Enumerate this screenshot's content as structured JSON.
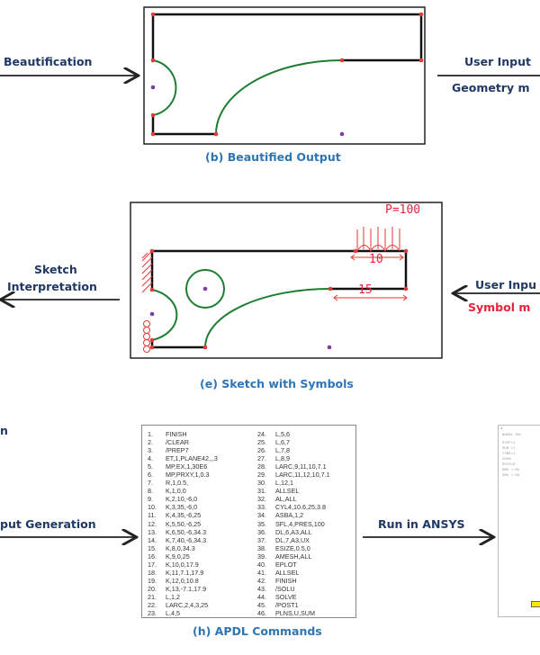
{
  "top": {
    "left_arrow_label": "Beautification",
    "right_arrow_label_top": "User Input",
    "right_arrow_label_bottom": "Geometry m",
    "caption": "(b) Beautified Output"
  },
  "middle": {
    "left_arrow_label_1": "Sketch",
    "left_arrow_label_2": "Interpretation",
    "right_arrow_label_top": "User Inpu",
    "right_arrow_label_bottom": "Symbol m",
    "caption": "(e) Sketch with Symbols",
    "annotations": {
      "pressure": "P=100",
      "dim1": "10",
      "dim2": "15"
    }
  },
  "bottom": {
    "left_clipped_label": "n",
    "left_arrow_label": "put Generation",
    "right_arrow_label": "Run in ANSYS",
    "caption": "(h) APDL Commands",
    "commands": [
      "FINISH",
      "/CLEAR",
      "/PREP7",
      "ET,1,PLANE42,,,3",
      "MP,EX,1,30E6",
      "MP,PRXY,1,0.3",
      "R,1,0.5,",
      "K,1,0,0",
      "K,2,10,-6,0",
      "K,3,35,-6,0",
      "K,4,35,-6,25",
      "K,5,50,-6,25",
      "K,6,50,-6,34.3",
      "K,7,40,-6,34.3",
      "K,8,0,34.3",
      "K,9,0,25",
      "K,10,0,17.9",
      "K,11,7.1,17.9",
      "K,12,0,10.8",
      "K,13,-7.1,17.9",
      "L,1,2",
      "LARC,2,4,3,25",
      "L,4,5",
      "L,5,6",
      "L,6,7",
      "L,7,8",
      "L,8,9",
      "LARC,9,11,10,7.1",
      "LARC,11,12,10,7.1",
      "L,12,1",
      "ALLSEL",
      "AL,ALL",
      "CYL4,10.6,25,3.8",
      "ASBA,1,2",
      "SFL,4,PRES,100",
      "DL,6,A3,ALL",
      "DL,7,A3,UX",
      "ESIZE,0.5,0",
      "AMESH,ALL",
      "EPLOT",
      "ALLSEL",
      "FINISH",
      "/SOLU",
      "SOLVE",
      "/POST1",
      "PLNS,U,SUM"
    ]
  },
  "ansys_window": {
    "lines": [
      "NODAL SOL",
      "STEP=1",
      "SUB =1",
      "TIME=1",
      "USUM",
      "RSYS=0",
      "DMX =.00",
      "SMX =.00"
    ]
  }
}
